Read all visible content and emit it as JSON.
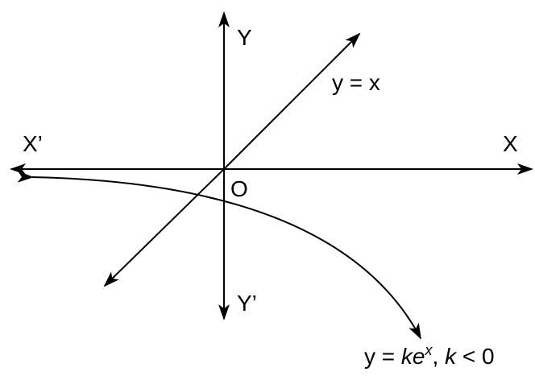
{
  "labels": {
    "x_pos": "X",
    "x_neg": "X’",
    "y_pos": "Y",
    "y_neg": "Y’",
    "origin": "O",
    "line_eq": "y = x",
    "curve_eq": {
      "lhs": "y = ",
      "k": "k",
      "e": "e",
      "exp": "x",
      "comma": ", ",
      "k2": "k",
      "rel": " < 0"
    }
  },
  "colors": {
    "ink": "#000000",
    "background": "#ffffff"
  }
}
